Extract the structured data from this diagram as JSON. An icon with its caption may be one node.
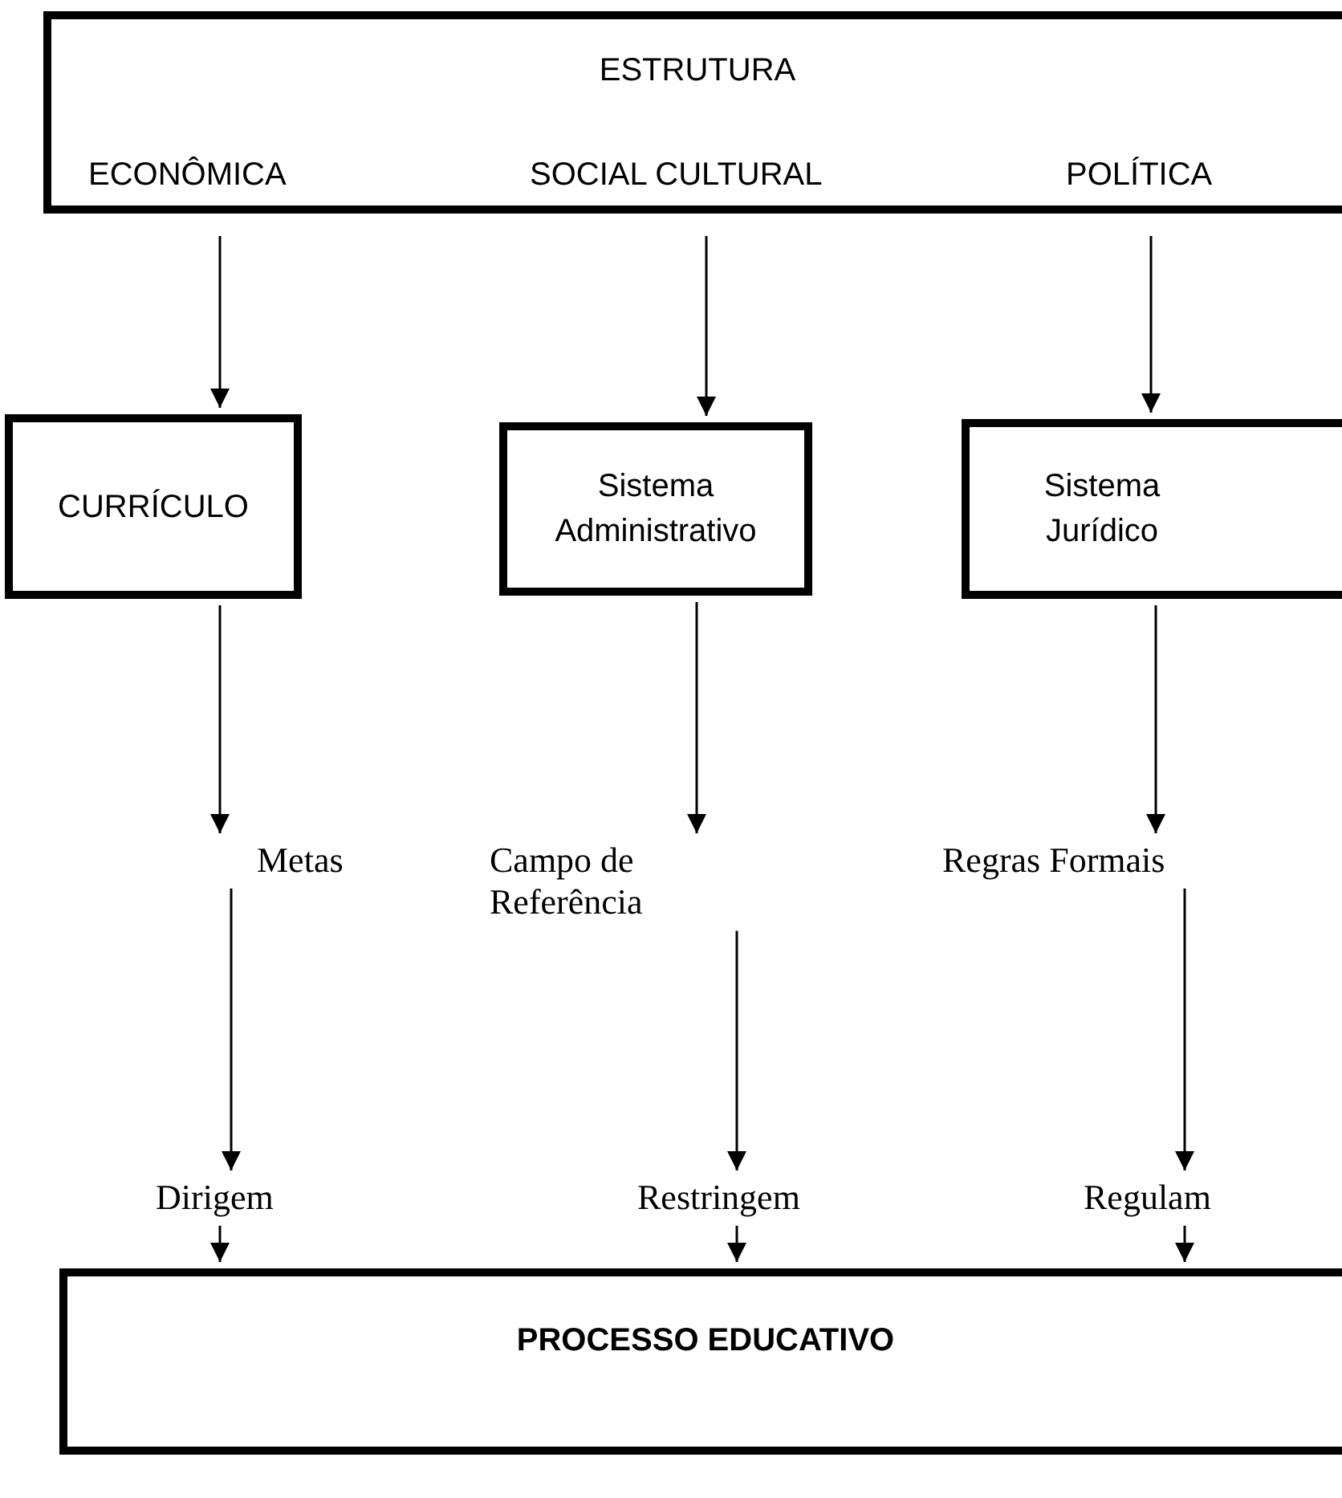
{
  "diagram": {
    "nodes": [
      {
        "text": [
          "ESTRUTURA"
        ]
      },
      {
        "text": [
          "ECONÔMICA"
        ],
        "in": 0
      },
      {
        "text": [
          "SOCIAL CULTURAL"
        ],
        "in": 0
      },
      {
        "text": [
          "POLÍTICA"
        ],
        "in": 0
      },
      {
        "text": [
          "CURRÍCULO"
        ]
      },
      {
        "text": [
          "Sistema Administrativo"
        ]
      },
      {
        "text": [
          "Sistema Jurídico"
        ]
      },
      {
        "text": [
          "Metas"
        ]
      },
      {
        "text": [
          "Campo de Referência"
        ]
      },
      {
        "text": [
          "Regras Formais"
        ]
      },
      {
        "text": [
          "Dirigem"
        ]
      },
      {
        "text": [
          "Restringem"
        ]
      },
      {
        "text": [
          "Regulam"
        ]
      },
      {
        "text": [
          "PROCESSO EDUCATIVO"
        ]
      }
    ],
    "edges": [
      {
        "from": 1,
        "to": 4,
        "arrow": "to"
      },
      {
        "from": 2,
        "to": 5,
        "arrow": "to"
      },
      {
        "from": 3,
        "to": 6,
        "arrow": "to"
      },
      {
        "from": 4,
        "to": 7,
        "arrow": "to"
      },
      {
        "from": 5,
        "to": 8,
        "arrow": "to"
      },
      {
        "from": 6,
        "to": 9,
        "arrow": "to"
      },
      {
        "from": 7,
        "to": 10,
        "arrow": "to"
      },
      {
        "from": 8,
        "to": 11,
        "arrow": "to"
      },
      {
        "from": 9,
        "to": 12,
        "arrow": "to"
      },
      {
        "from": 10,
        "to": 13,
        "arrow": "to"
      },
      {
        "from": 11,
        "to": 13,
        "arrow": "to"
      },
      {
        "from": 12,
        "to": 13,
        "arrow": "to"
      }
    ]
  }
}
